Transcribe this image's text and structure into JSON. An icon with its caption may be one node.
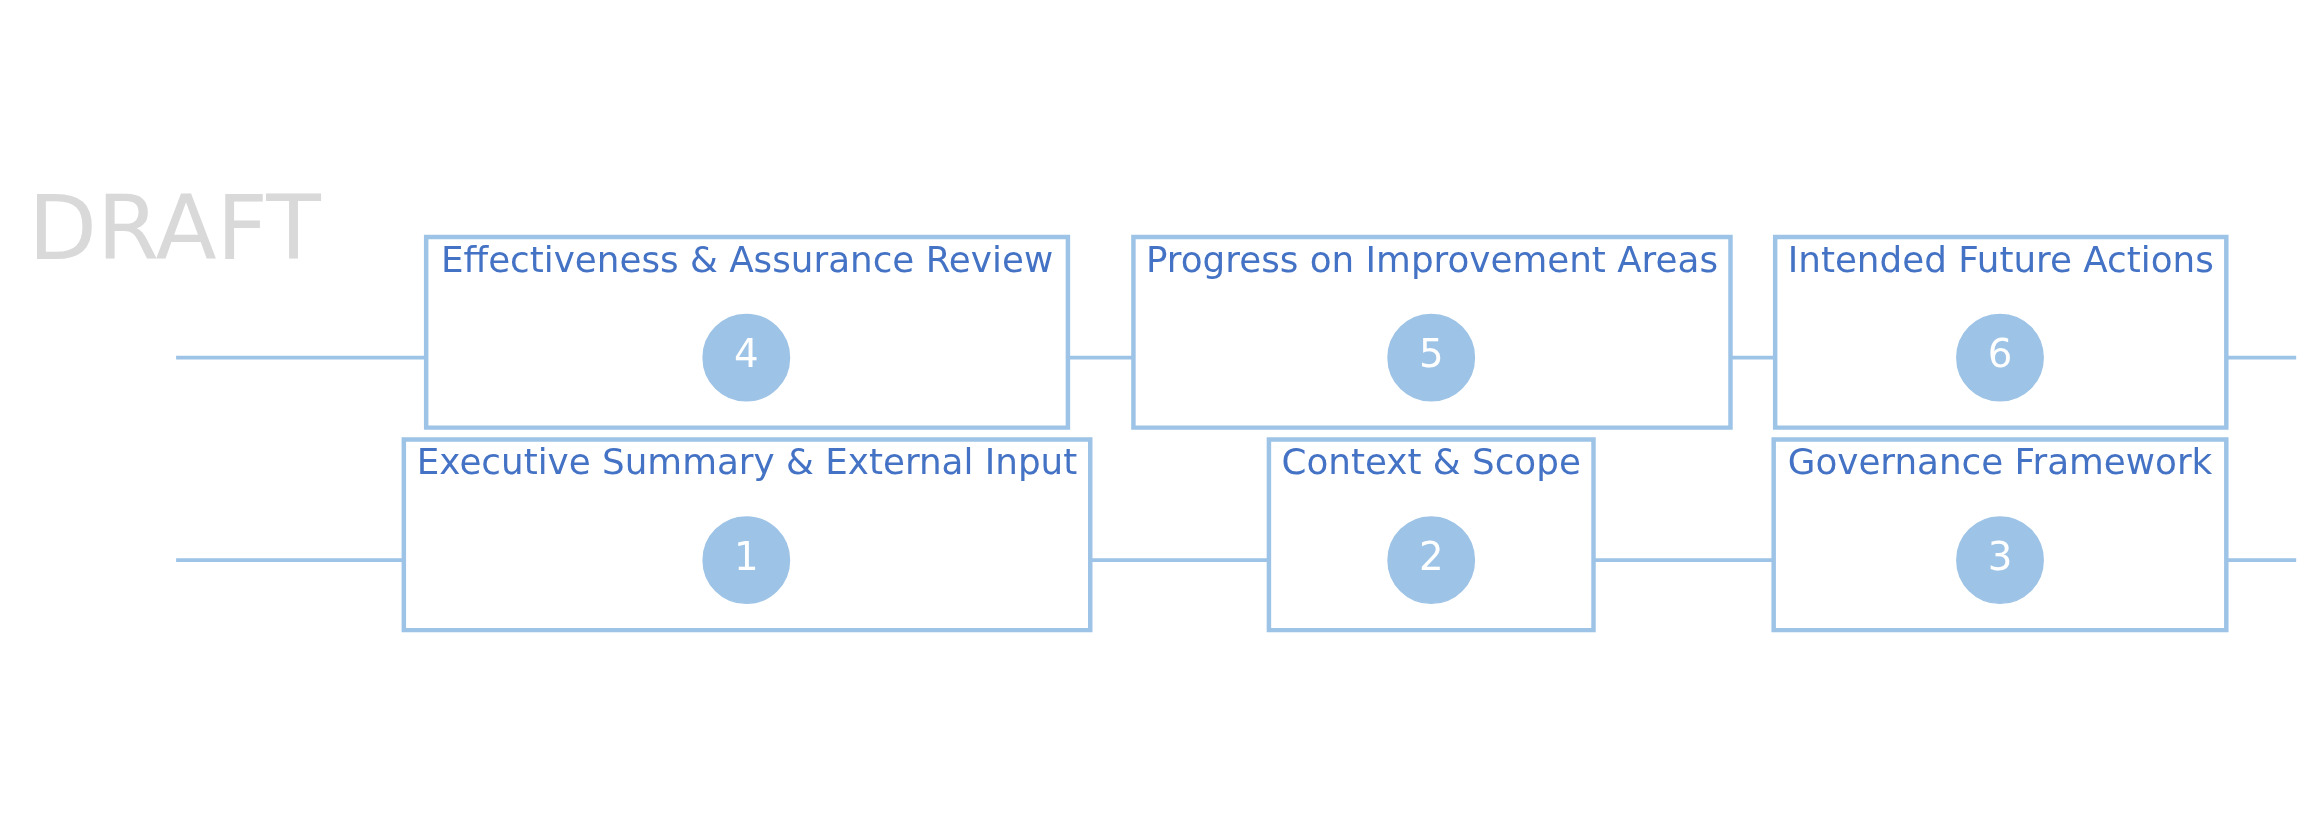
{
  "diagram": {
    "nodes": [
      {
        "text": [
          "Executive Summary & External Input"
        ]
      },
      {
        "text": [
          "1"
        ],
        "in": 0
      },
      {
        "text": [
          "Context & Scope"
        ]
      },
      {
        "text": [
          "2"
        ],
        "in": 2
      },
      {
        "text": [
          "Governance Framework"
        ]
      },
      {
        "text": [
          "3"
        ],
        "in": 4
      },
      {
        "text": [
          "Effectiveness & Assurance Review"
        ]
      },
      {
        "text": [
          "4"
        ],
        "in": 6
      },
      {
        "text": [
          "Progress on Improvement Areas"
        ]
      },
      {
        "text": [
          "5"
        ],
        "in": 8
      },
      {
        "text": [
          "Intended Future Actions"
        ]
      },
      {
        "text": [
          "6"
        ],
        "in": 10
      }
    ],
    "edges": [
      {
        "from": null,
        "to": 0,
        "arrow": "none"
      },
      {
        "from": 0,
        "to": 2,
        "arrow": "none"
      },
      {
        "from": 2,
        "to": 4,
        "arrow": "none"
      },
      {
        "from": 4,
        "to": null,
        "arrow": "none"
      },
      {
        "from": null,
        "to": 6,
        "arrow": "none"
      },
      {
        "from": 6,
        "to": 8,
        "arrow": "none"
      },
      {
        "from": 8,
        "to": 10,
        "arrow": "none"
      },
      {
        "from": 10,
        "to": null,
        "arrow": "none"
      }
    ],
    "labels": [
      "DRAFT"
    ]
  }
}
